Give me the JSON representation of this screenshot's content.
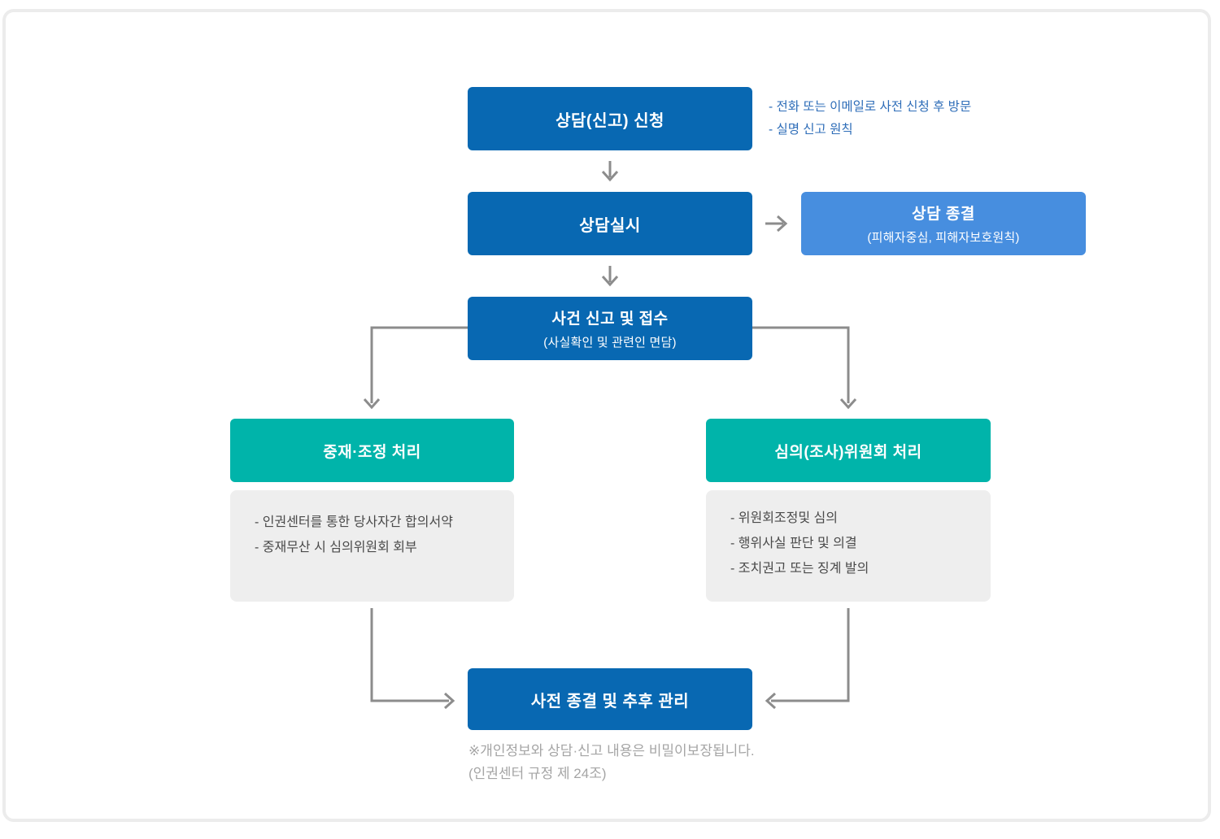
{
  "colors": {
    "primary_blue": "#0868b2",
    "light_blue": "#478edf",
    "teal": "#00b4aa",
    "gray_panel": "#eeeeee",
    "arrow_gray": "#8c8c8c",
    "note_blue": "#2e6db8",
    "footnote_gray": "#a5a5a5",
    "card_border": "#ececec"
  },
  "flow": {
    "apply": {
      "label": "상담(신고) 신청",
      "notes": [
        "- 전화 또는 이메일로 사전 신청 후 방문",
        "- 실명 신고 원칙"
      ]
    },
    "consult": {
      "label": "상담실시"
    },
    "consult_end": {
      "label": "상담 종결",
      "sublabel": "(피해자중심, 피해자보호원칙)"
    },
    "report": {
      "label": "사건 신고 및 접수",
      "sublabel": "(사실확인 및 관련인 면담)"
    },
    "branch_left": {
      "label": "중재·조정 처리",
      "items": [
        "- 인권센터를 통한 당사자간 합의서약",
        "- 중재무산 시 심의위원회 회부"
      ]
    },
    "branch_right": {
      "label": "심의(조사)위원회 처리",
      "items": [
        "- 위원회조정및 심의",
        "- 행위사실 판단 및 의결",
        "- 조치권고 또는 징계 발의"
      ]
    },
    "final": {
      "label": "사전 종결 및 추후 관리"
    },
    "footnote": [
      "※개인정보와 상담·신고 내용은 비밀이보장됩니다.",
      "(인권센터 규정 제 24조)"
    ]
  }
}
